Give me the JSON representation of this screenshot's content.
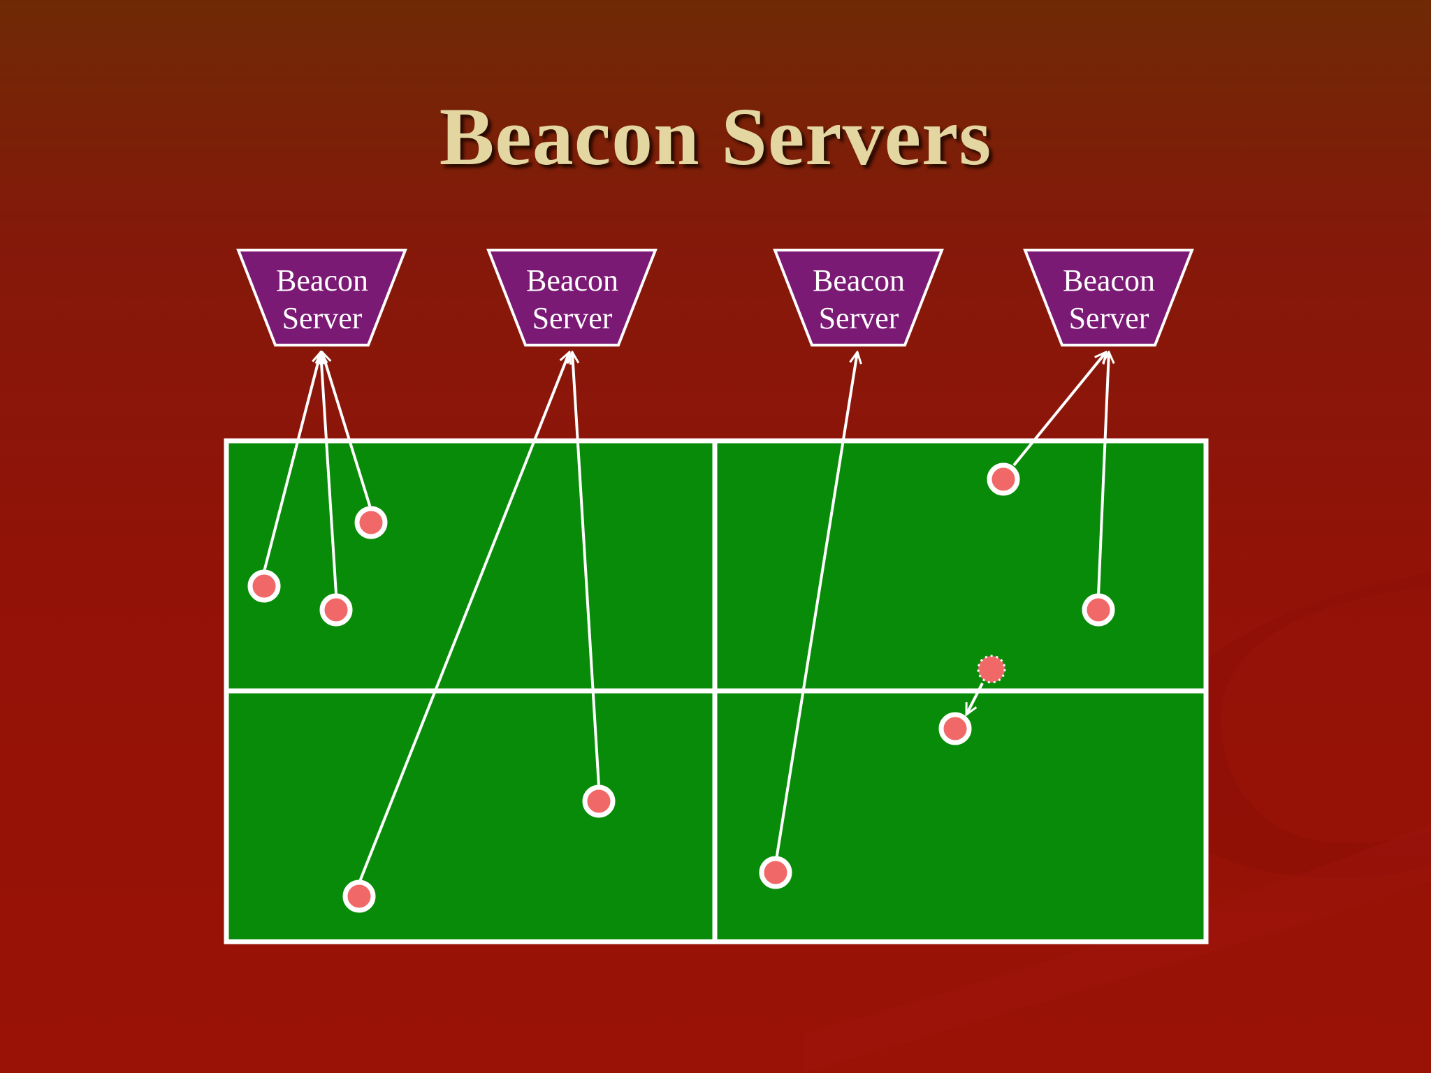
{
  "slide": {
    "title": "Beacon Servers"
  },
  "colors": {
    "background": "#931208",
    "title": "#e3d6a0",
    "field": "#088b08",
    "server": "#7a1a74",
    "node": "#f06868",
    "line": "#ffffff"
  },
  "servers": [
    {
      "line1": "Beacon",
      "line2": "Server"
    },
    {
      "line1": "Beacon",
      "line2": "Server"
    },
    {
      "line1": "Beacon",
      "line2": "Server"
    },
    {
      "line1": "Beacon",
      "line2": "Server"
    }
  ],
  "grid": {
    "rows": 2,
    "columns": 2
  },
  "nodes": [
    {
      "id": "n1",
      "server": 1
    },
    {
      "id": "n2",
      "server": 1
    },
    {
      "id": "n3",
      "server": 1
    },
    {
      "id": "n4",
      "server": 2
    },
    {
      "id": "n5",
      "server": 2
    },
    {
      "id": "n6",
      "server": 3
    },
    {
      "id": "n7",
      "server": 4
    },
    {
      "id": "n8",
      "server": 4
    },
    {
      "id": "n9",
      "server": null,
      "previous_position": true
    },
    {
      "id": "n10",
      "server": null,
      "moved_from": "n9"
    }
  ]
}
